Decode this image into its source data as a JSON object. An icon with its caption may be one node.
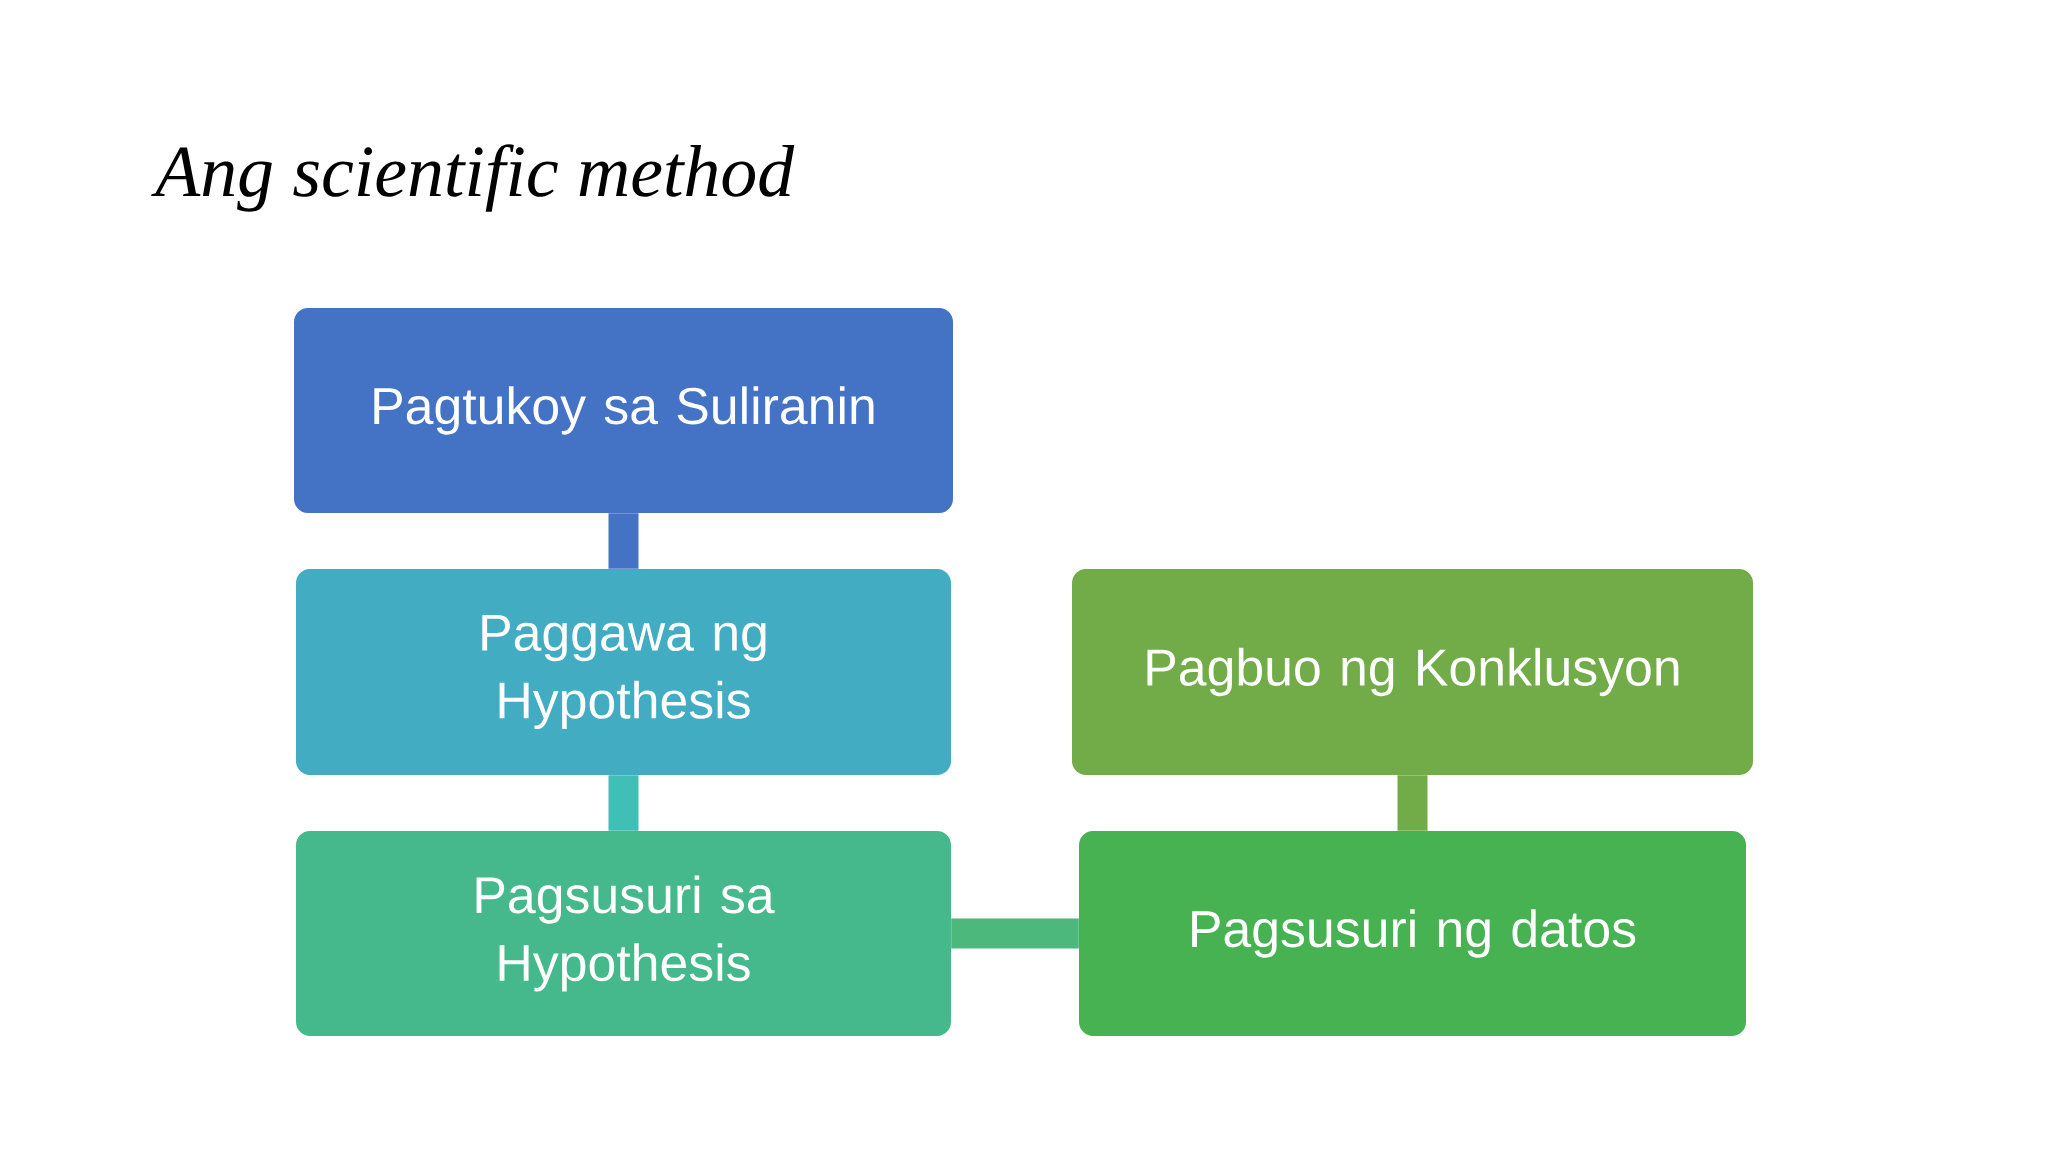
{
  "diagram": {
    "title": "Ang scientific method",
    "nodes": [
      {
        "text": [
          "Pagtukoy sa Suliranin"
        ]
      },
      {
        "text": [
          "Paggawa ng Hypothesis"
        ]
      },
      {
        "text": [
          "Pagsusuri sa Hypothesis"
        ]
      },
      {
        "text": [
          "Pagsusuri ng datos"
        ]
      },
      {
        "text": [
          "Pagbuo ng Konklusyon"
        ]
      }
    ],
    "edges": [
      {
        "from": 0,
        "to": 1,
        "arrow": "none",
        "color": "#4472c4"
      },
      {
        "from": 1,
        "to": 2,
        "arrow": "none",
        "color": "#3fbfb5"
      },
      {
        "from": 2,
        "to": 3,
        "arrow": "none",
        "color": "#4cb87c"
      },
      {
        "from": 3,
        "to": 4,
        "arrow": "none",
        "color": "#72ac48"
      }
    ]
  }
}
